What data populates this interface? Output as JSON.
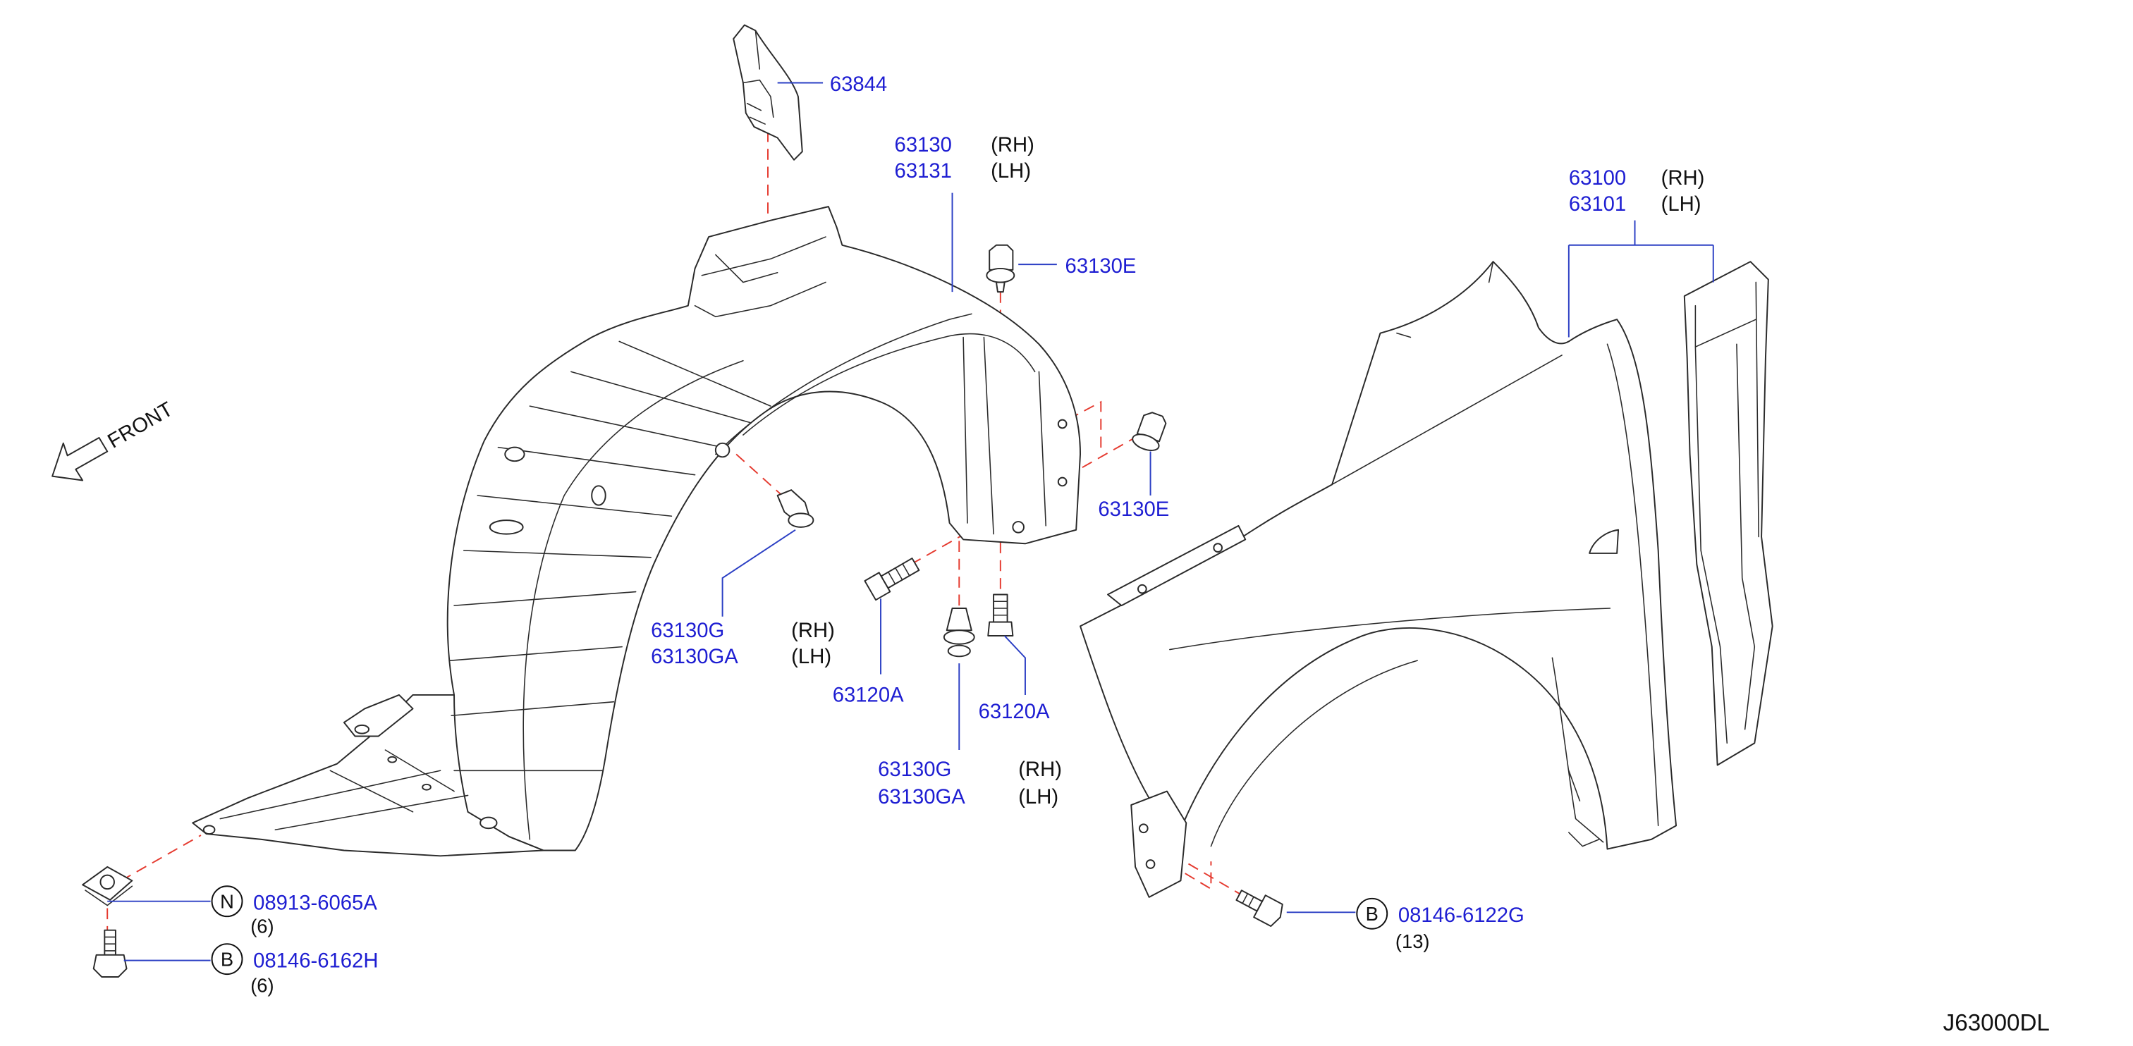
{
  "colors": {
    "part_number": "#1e1ed2",
    "label": "#111111",
    "leader_line": "#2b3fc4",
    "assembly_line": "#e53a2f",
    "line_art": "#2a2a2a",
    "background": "#ffffff"
  },
  "icons": {
    "direction": "front-arrow-icon"
  },
  "callouts": {
    "p63844": {
      "part": "63844"
    },
    "p63130": {
      "part_rh": "63130",
      "rh": "(RH)",
      "part_lh": "63131",
      "lh": "(LH)"
    },
    "p63130e_top": {
      "part": "63130E"
    },
    "p63130e_right": {
      "part": "63130E"
    },
    "p63100": {
      "part_rh": "63100",
      "rh": "(RH)",
      "part_lh": "63101",
      "lh": "(LH)"
    },
    "p63130g_left": {
      "part_rh": "63130G",
      "rh": "(RH)",
      "part_lh": "63130GA",
      "lh": "(LH)"
    },
    "p63120a_left": {
      "part": "63120A"
    },
    "p63120a_right": {
      "part": "63120A"
    },
    "p63130g_bottom": {
      "part_rh": "63130G",
      "rh": "(RH)",
      "part_lh": "63130GA",
      "lh": "(LH)"
    },
    "f08913_6065a": {
      "symbol": "N",
      "part": "08913-6065A",
      "qty": "(6)"
    },
    "f08146_6162h": {
      "symbol": "B",
      "part": "08146-6162H",
      "qty": "(6)"
    },
    "f08146_6122g": {
      "symbol": "B",
      "part": "08146-6122G",
      "qty": "(13)"
    }
  },
  "front_label": "FRONT",
  "diagram_code": "J63000DL"
}
